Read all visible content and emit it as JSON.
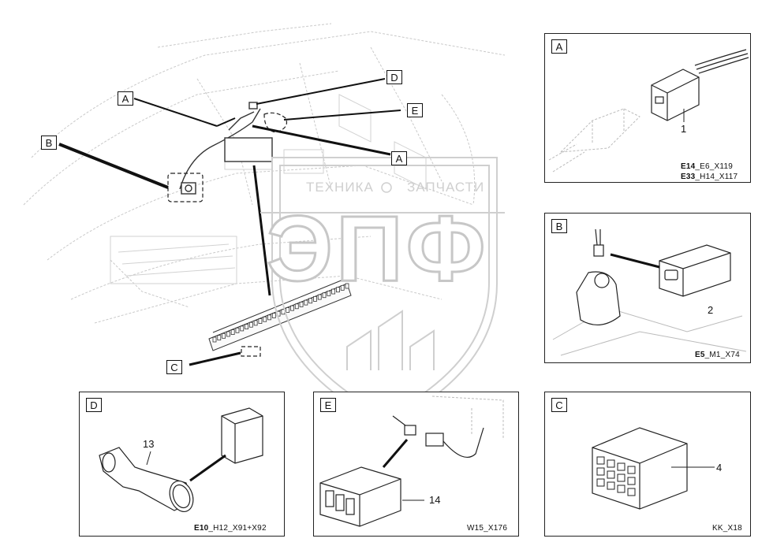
{
  "watermark": {
    "top_text_left": "ТЕХНИКА",
    "top_text_right": "ЗАПЧАСТИ",
    "big_text": "ЭПФ"
  },
  "main_callouts": {
    "a1": "A",
    "a2": "A",
    "b": "B",
    "c": "C",
    "d": "D",
    "e": "E"
  },
  "panel_a": {
    "tag": "A",
    "item": "1",
    "code1_bold": "E14",
    "code1_rest": "_E6_X119",
    "code2_bold": "E33",
    "code2_rest": "_H14_X117"
  },
  "panel_b": {
    "tag": "B",
    "item": "2",
    "code_bold": "E5",
    "code_rest": "_M1_X74"
  },
  "panel_c": {
    "tag": "C",
    "item": "4",
    "code": "KK_X18"
  },
  "panel_d": {
    "tag": "D",
    "item": "13",
    "code_bold": "E10",
    "code_rest": "_H12_X91+X92"
  },
  "panel_e": {
    "tag": "E",
    "item": "14",
    "code": "W15_X176"
  }
}
